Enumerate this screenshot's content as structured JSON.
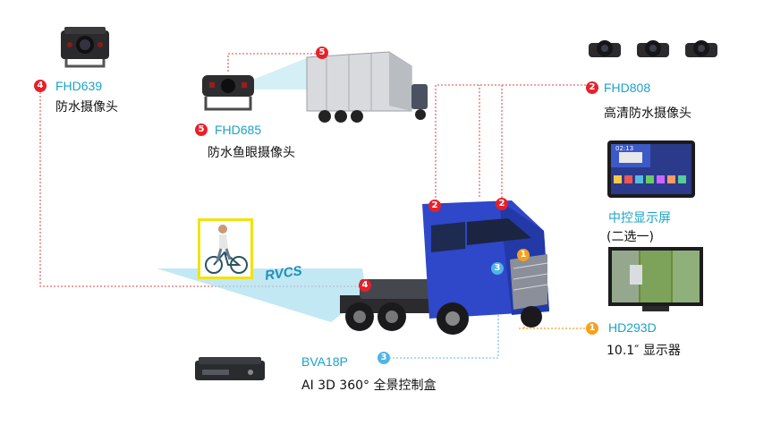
{
  "nodes": {
    "fhd639": {
      "badge": "4",
      "model": "FHD639",
      "desc": "防水摄像头"
    },
    "fhd685": {
      "badge": "5",
      "model": "FHD685",
      "desc": "防水鱼眼摄像头"
    },
    "fhd808": {
      "badge": "2",
      "model": "FHD808",
      "desc": "高清防水摄像头"
    },
    "center_display": {
      "model": "中控显示屏",
      "desc": "(二选一)"
    },
    "hd293d": {
      "badge": "1",
      "model": "HD293D",
      "desc": "10.1″ 显示器"
    },
    "bva18p": {
      "badge": "3",
      "model": "BVA18P",
      "desc": "AI 3D 360° 全景控制盒"
    }
  },
  "truck_badges": {
    "trailer_top": "5",
    "cab_left": "2",
    "cab_right": "2",
    "side": "4",
    "front_blue": "3",
    "front_orange": "1"
  },
  "rvcs_label": "RVCS",
  "tablet_time": "02:13",
  "colors": {
    "red": "#e8202a",
    "orange": "#f4a21d",
    "blue": "#4fb4e6",
    "teal_text": "#1aa3c8",
    "truck_blue": "#2f47c9"
  }
}
